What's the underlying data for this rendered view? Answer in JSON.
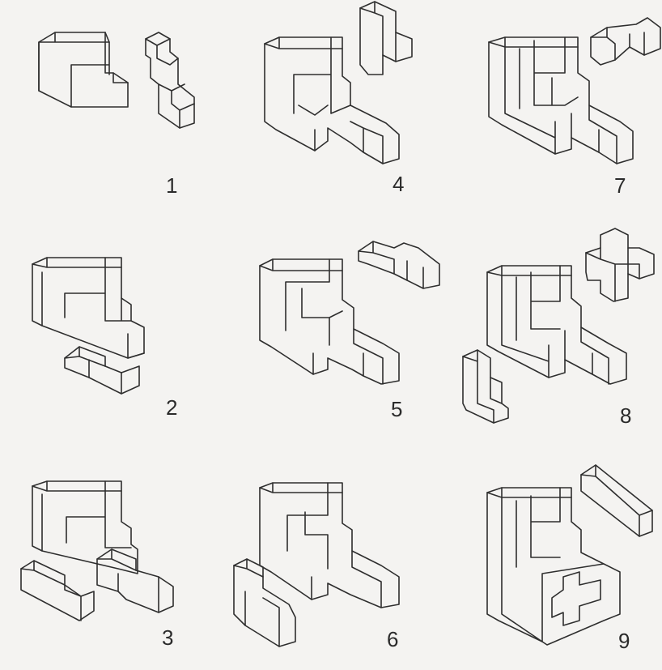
{
  "figures": [
    {
      "number": "1",
      "description_icon": "puzzle-step-1-icon"
    },
    {
      "number": "2",
      "description_icon": "puzzle-step-2-icon"
    },
    {
      "number": "3",
      "description_icon": "puzzle-step-3-icon"
    },
    {
      "number": "4",
      "description_icon": "puzzle-step-4-icon"
    },
    {
      "number": "5",
      "description_icon": "puzzle-step-5-icon"
    },
    {
      "number": "6",
      "description_icon": "puzzle-step-6-icon"
    },
    {
      "number": "7",
      "description_icon": "puzzle-step-7-icon"
    },
    {
      "number": "8",
      "description_icon": "puzzle-step-8-icon"
    },
    {
      "number": "9",
      "description_icon": "puzzle-step-9-icon"
    }
  ],
  "colors": {
    "ink": "#2e2e2e",
    "paper": "#f4f3f1"
  }
}
